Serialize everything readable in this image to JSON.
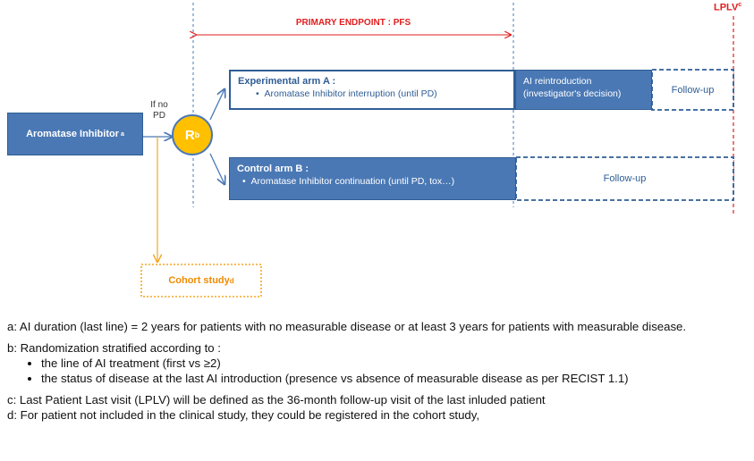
{
  "diagram": {
    "primary_endpoint": "PRIMARY ENDPOINT : PFS",
    "lplv_label": "LPLV",
    "lplv_sup": "c",
    "ai_box": {
      "label": "Aromatase Inhibitor",
      "sup": "a"
    },
    "if_no_pd": "If no\nPD",
    "randomization": {
      "label": "R",
      "sup": "b"
    },
    "arm_a": {
      "title": "Experimental arm A :",
      "bullet": "Aromatase Inhibitor interruption  (until PD)",
      "reintro": "AI reintroduction\n(investigator's decision)",
      "followup": "Follow-up"
    },
    "arm_b": {
      "title": "Control arm B :",
      "bullet": "Aromatase Inhibitor continuation (until PD, tox…)",
      "followup": "Follow-up"
    },
    "cohort": {
      "label": "Cohort study",
      "sup": "d"
    },
    "colors": {
      "blue": "#4a78b5",
      "dark_blue": "#2f5d95",
      "red": "#e21d1d",
      "orange": "#f5a623",
      "yellow": "#ffc000"
    }
  },
  "notes": {
    "a": "a: AI duration (last line) = 2 years for patients with no measurable disease or at least 3 years for patients with measurable disease.",
    "b_intro": "b: Randomization stratified  according to :",
    "b_items": [
      "the line of AI treatment (first vs ≥2)",
      "the status of disease  at the last AI introduction (presence vs absence of measurable disease as per RECIST 1.1)"
    ],
    "c": "c: Last Patient Last visit (LPLV) will be defined as the 36-month follow-up visit of the last inluded patient",
    "d": "d: For patient not included in the clinical study, they could be registered in the cohort study,"
  }
}
